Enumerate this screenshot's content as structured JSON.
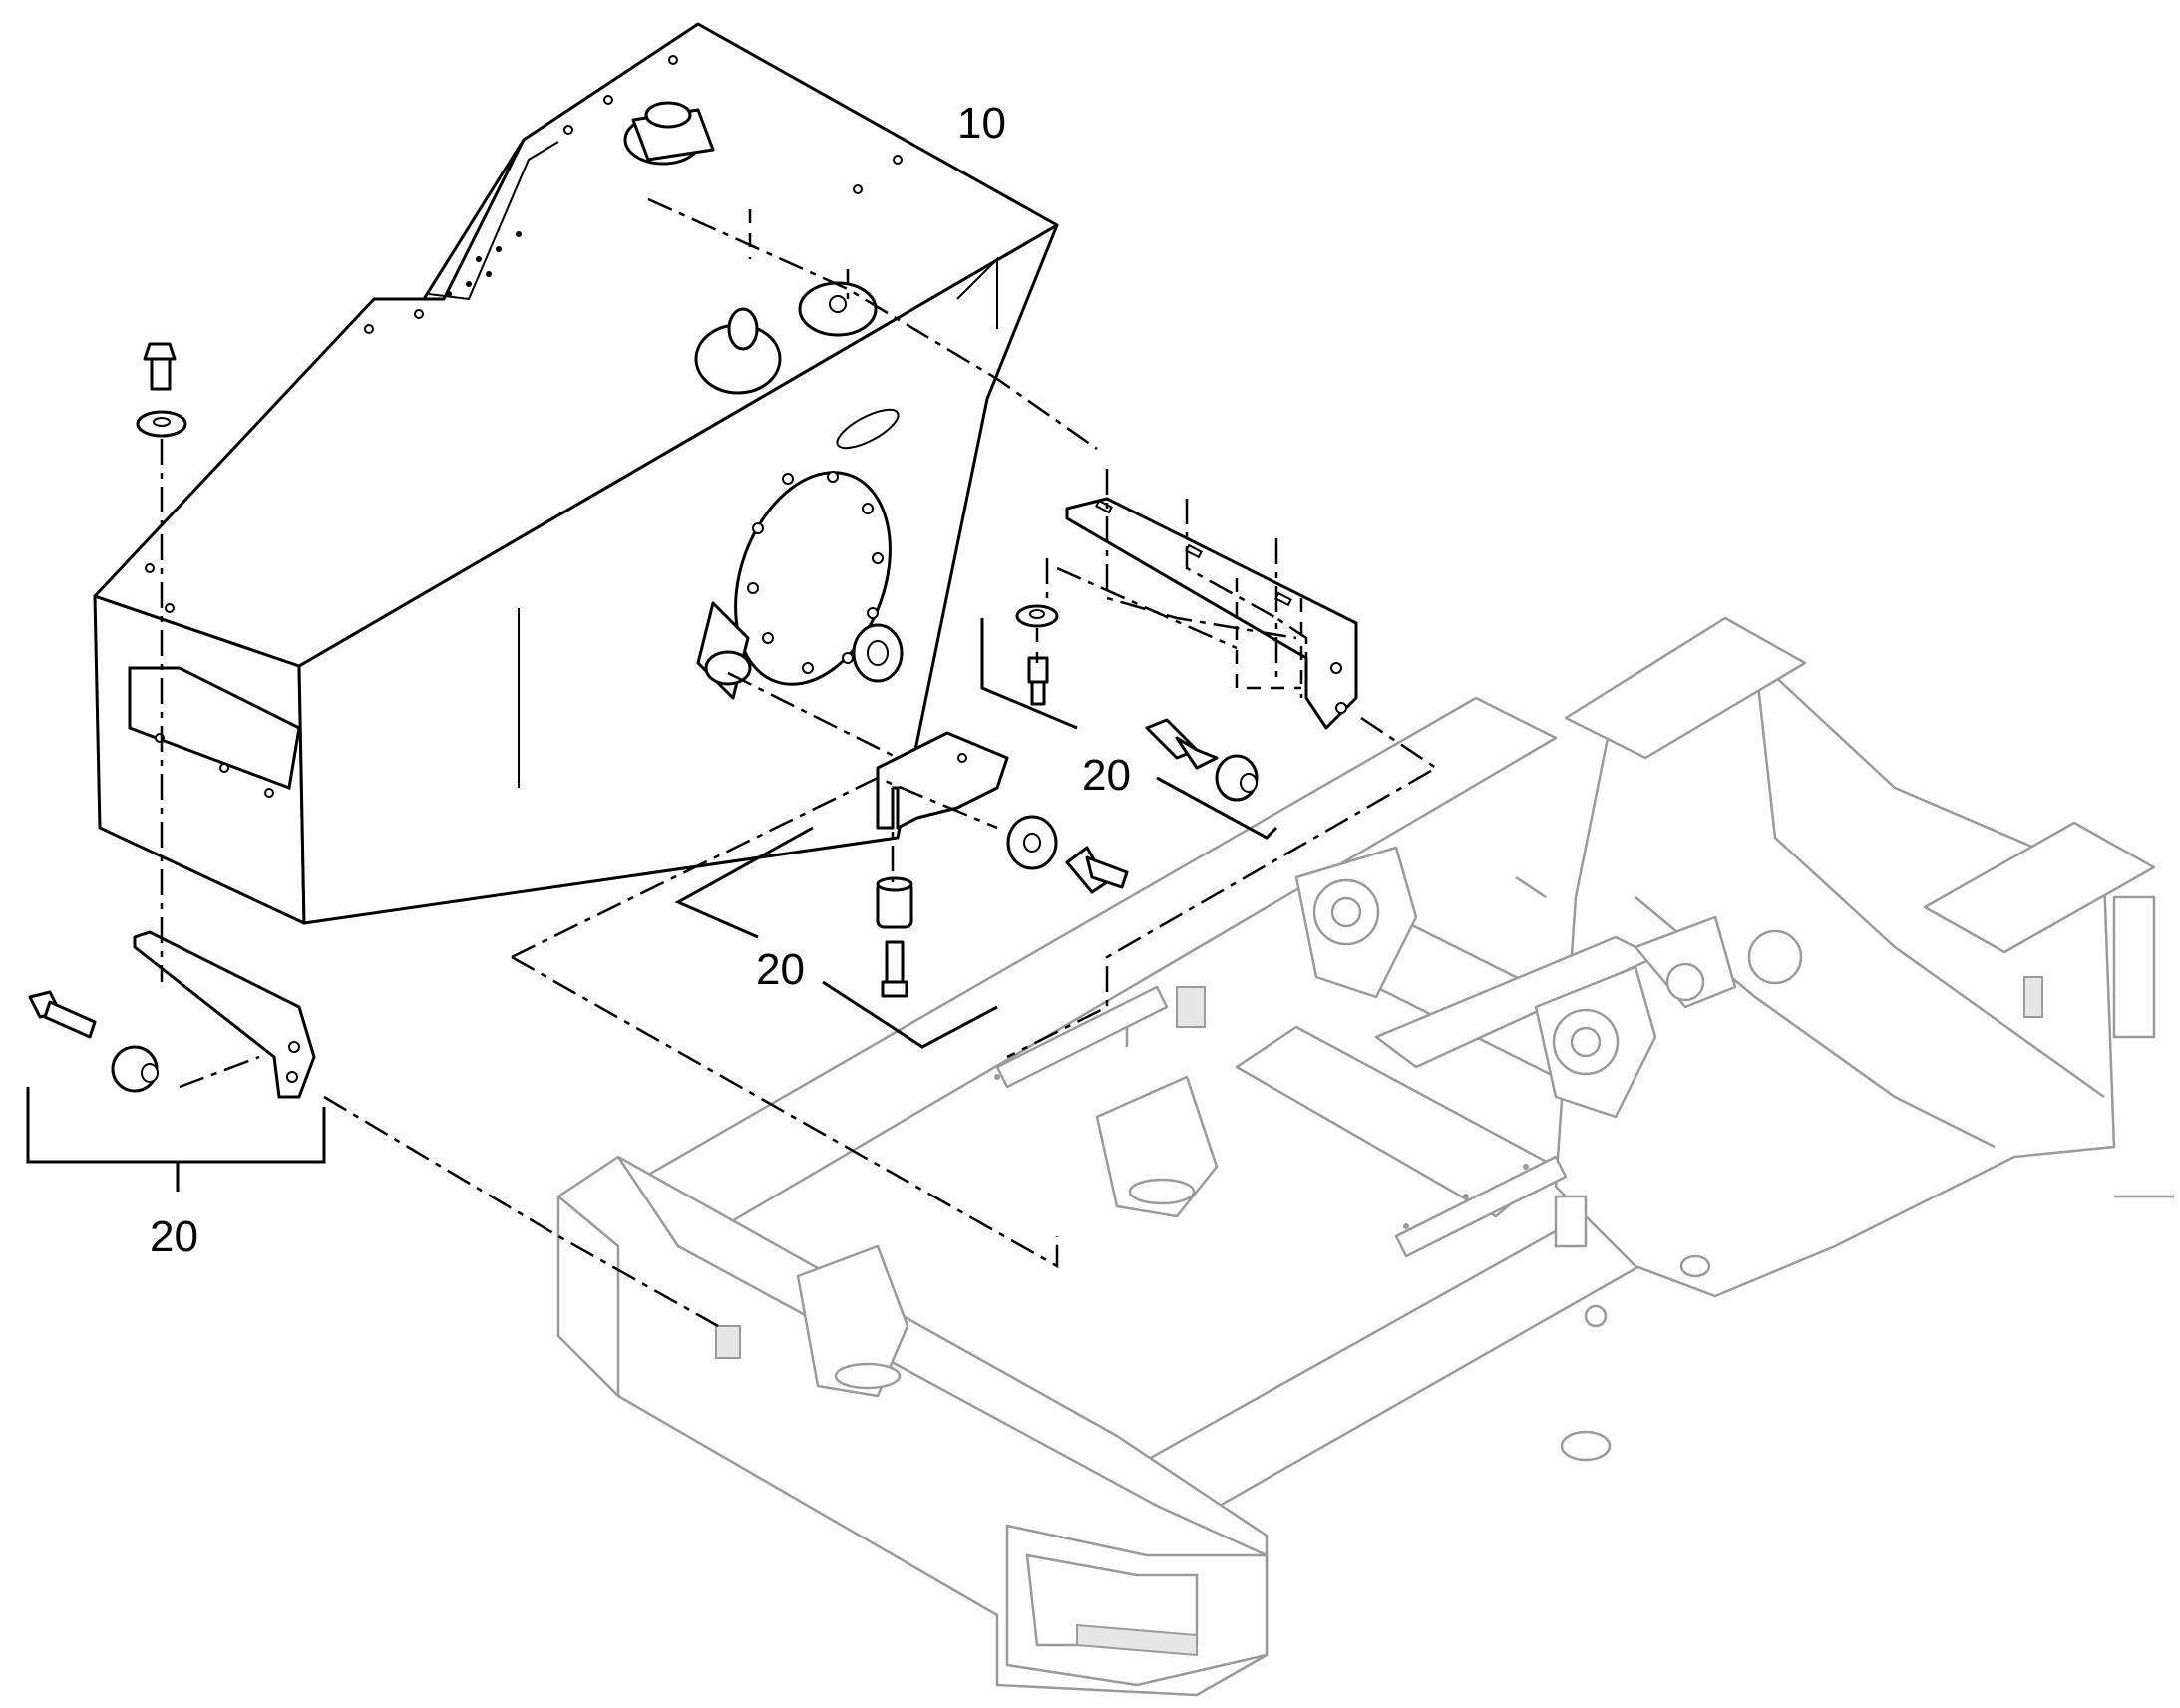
{
  "callouts": {
    "tank": "10",
    "mount_right": "20",
    "mount_center": "20",
    "mount_left": "20"
  }
}
